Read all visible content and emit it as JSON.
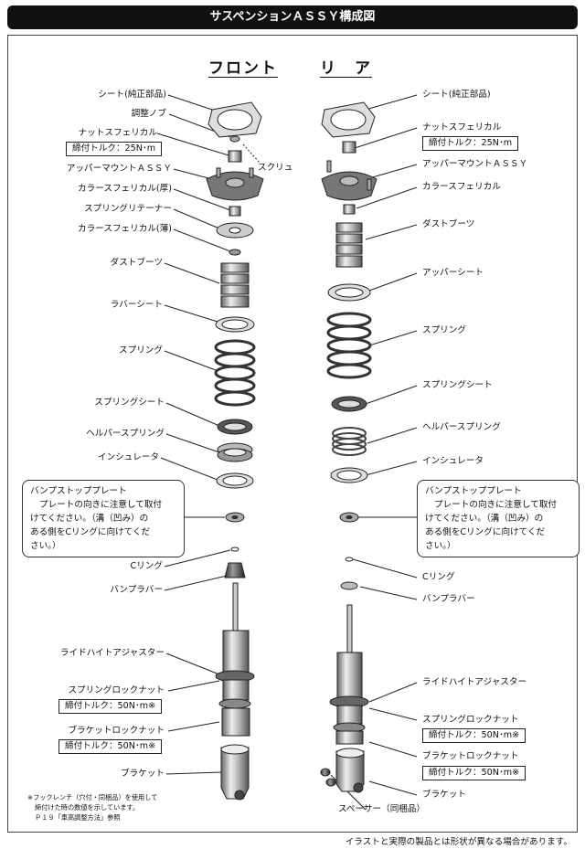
{
  "title": "サスペンションＡＳＳＹ構成図",
  "front": {
    "header": "フロント",
    "labels": {
      "seat": "シート(純正部品)",
      "adjust_knob": "調整ノブ",
      "nut_spherical": "ナットスフェリカル",
      "nut_torque": "締付トルク：25N･m",
      "screw": "スクリュ",
      "upper_mount": "アッパーマウントＡＳＳＹ",
      "collar_thick": "カラースフェリカル(厚)",
      "spring_retainer": "スプリングリテーナー",
      "collar_thin": "カラースフェリカル(薄)",
      "dust_boot": "ダストブーツ",
      "rubber_seat": "ラバーシート",
      "spring": "スプリング",
      "spring_seat": "スプリングシート",
      "helper_spring": "ヘルパースプリング",
      "insulator": "インシュレータ",
      "c_ring": "Cリング",
      "bump_rubber": "バンプラバー",
      "ride_height_adjuster": "ライドハイトアジャスター",
      "spring_lock_nut": "スプリングロックナット",
      "spring_lock_torque": "締付トルク：50N･m※",
      "bracket_lock_nut": "ブラケットロックナット",
      "bracket_lock_torque": "締付トルク：50N･m※",
      "bracket": "ブラケット"
    },
    "bump_stop_note": {
      "heading": "バンプストッププレート",
      "line1": "プレートの向きに注意して取付",
      "line2": "けてください。（溝（凹み）の",
      "line3": "ある側をCリングに向けてくだ",
      "line4": "さい。）"
    },
    "footnote": {
      "line1": "※フックレンチ（穴付・同梱品）を使用して",
      "line2": "締付けた時の数値を示しています。",
      "line3": "Ｐ１９「車高調整方法」参照"
    }
  },
  "rear": {
    "header": "リ　ア",
    "labels": {
      "seat": "シート(純正部品)",
      "nut_spherical": "ナットスフェリカル",
      "nut_torque": "締付トルク：25N･m",
      "upper_mount": "アッパーマウントＡＳＳＹ",
      "collar": "カラースフェリカル",
      "dust_boot": "ダストブーツ",
      "upper_seat": "アッパーシート",
      "spring": "スプリング",
      "spring_seat": "スプリングシート",
      "helper_spring": "ヘルパースプリング",
      "insulator": "インシュレータ",
      "c_ring": "Cリング",
      "bump_rubber": "バンプラバー",
      "ride_height_adjuster": "ライドハイトアジャスター",
      "spring_lock_nut": "スプリングロックナット",
      "spring_lock_torque": "締付トルク：50N･m※",
      "bracket_lock_nut": "ブラケットロックナット",
      "bracket_lock_torque": "締付トルク：50N･m※",
      "bracket": "ブラケット",
      "spacer": "スペーサー（同梱品）"
    },
    "bump_stop_note": {
      "heading": "バンプストッププレート",
      "line1": "プレートの向きに注意して取付",
      "line2": "けてください。（溝（凹み）の",
      "line3": "ある側をCリングに向けてくだ",
      "line4": "さい。）"
    }
  },
  "bottom_note": "イラストと実際の製品とは形状が異なる場合があります。"
}
